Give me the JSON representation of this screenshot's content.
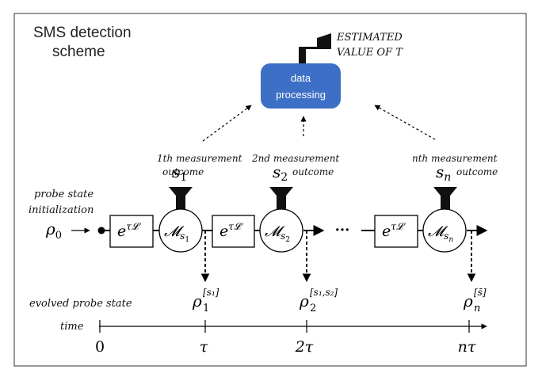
{
  "title_line1": "SMS detection",
  "title_line2": "scheme",
  "processor": {
    "line1": "data",
    "line2": "processing",
    "fill": "#3d6fc6"
  },
  "output": {
    "line1": "ESTIMATED",
    "line2": "VALUE OF T"
  },
  "measurements": [
    {
      "label_line1": "1th measurement",
      "label_line2": "outcome",
      "outcome_base": "s",
      "outcome_sub": "1",
      "meas_sub": "s",
      "meas_subsub": "1"
    },
    {
      "label_line1": "2nd measurement",
      "label_line2": "outcome",
      "outcome_base": "s",
      "outcome_sub": "2",
      "meas_sub": "s",
      "meas_subsub": "2"
    },
    {
      "label_line1": "nth measurement",
      "label_line2": "outcome",
      "outcome_base": "s",
      "outcome_sub": "n",
      "meas_sub": "s",
      "meas_subsub": "n"
    }
  ],
  "evolution_op": {
    "base": "e",
    "sup": "τ𝓛"
  },
  "meas_symbol": "𝓜",
  "probe_init": {
    "line1": "probe state",
    "line2": "initialization",
    "rho0": "ρ",
    "rho0_sub": "0"
  },
  "ellipsis": "···",
  "evolved_label": "evolved probe state",
  "evolved_states": [
    {
      "base": "ρ",
      "sub": "1",
      "sup": "[s₁]"
    },
    {
      "base": "ρ",
      "sub": "2",
      "sup": "[s₁,s₂]"
    },
    {
      "base": "ρ",
      "sub": "n",
      "sup": "[s̄]"
    }
  ],
  "time_label": "time",
  "time_ticks": [
    "0",
    "τ",
    "2τ",
    "nτ"
  ]
}
